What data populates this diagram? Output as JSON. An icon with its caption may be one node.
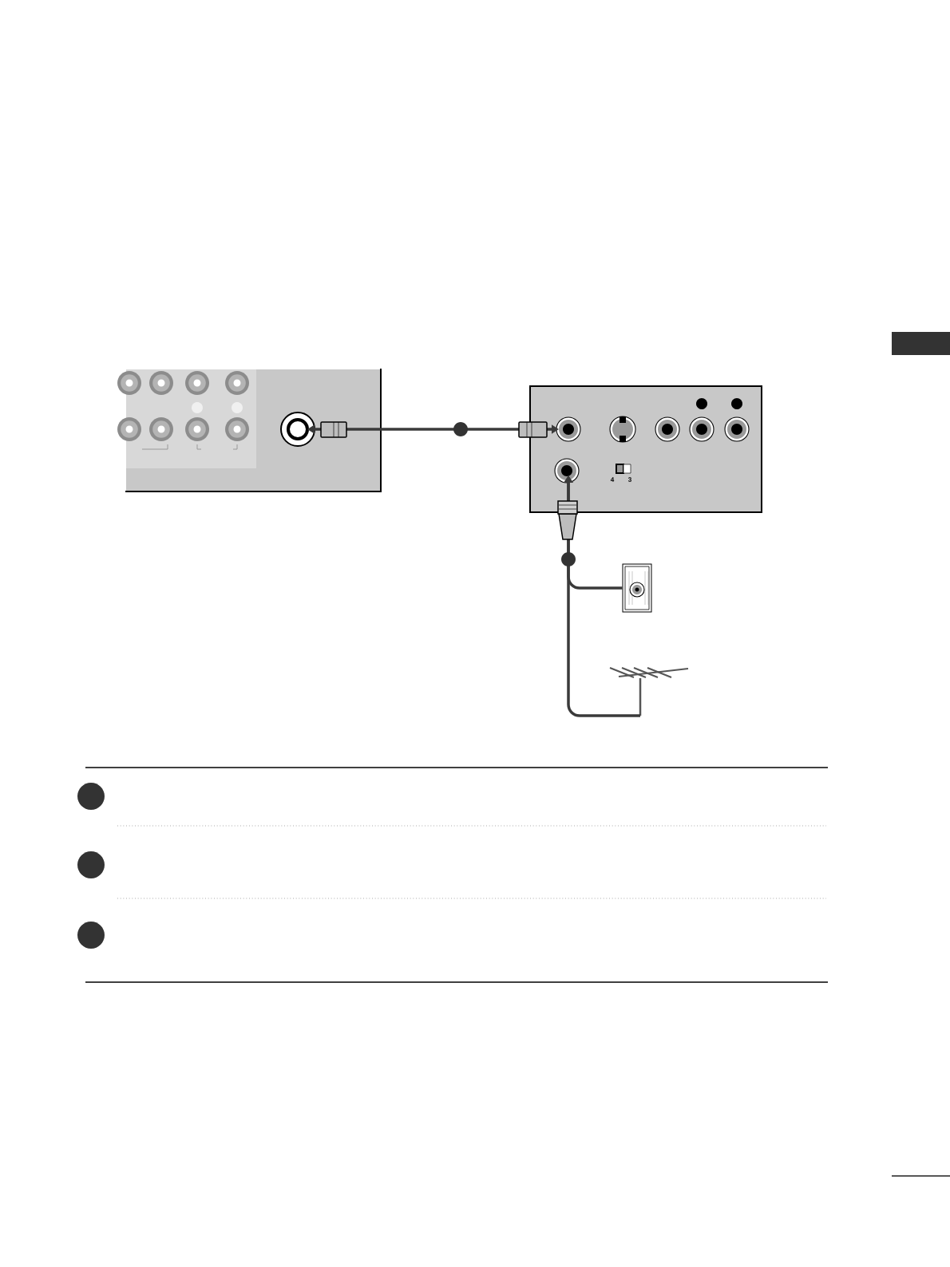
{
  "diagram": {
    "nodes": [
      {
        "text": [],
        "shape": "box"
      },
      {
        "text": [],
        "shape": "box"
      },
      {
        "text": [],
        "shape": "box"
      },
      {
        "text": [],
        "shape": "antenna"
      }
    ],
    "edges": [
      {
        "from": 0,
        "to": 1,
        "arrow": "both"
      },
      {
        "from": 2,
        "to": 1,
        "arrow": "to"
      },
      {
        "from": 3,
        "to": 1,
        "arrow": "to"
      }
    ],
    "labels": [
      "4",
      "3"
    ]
  }
}
